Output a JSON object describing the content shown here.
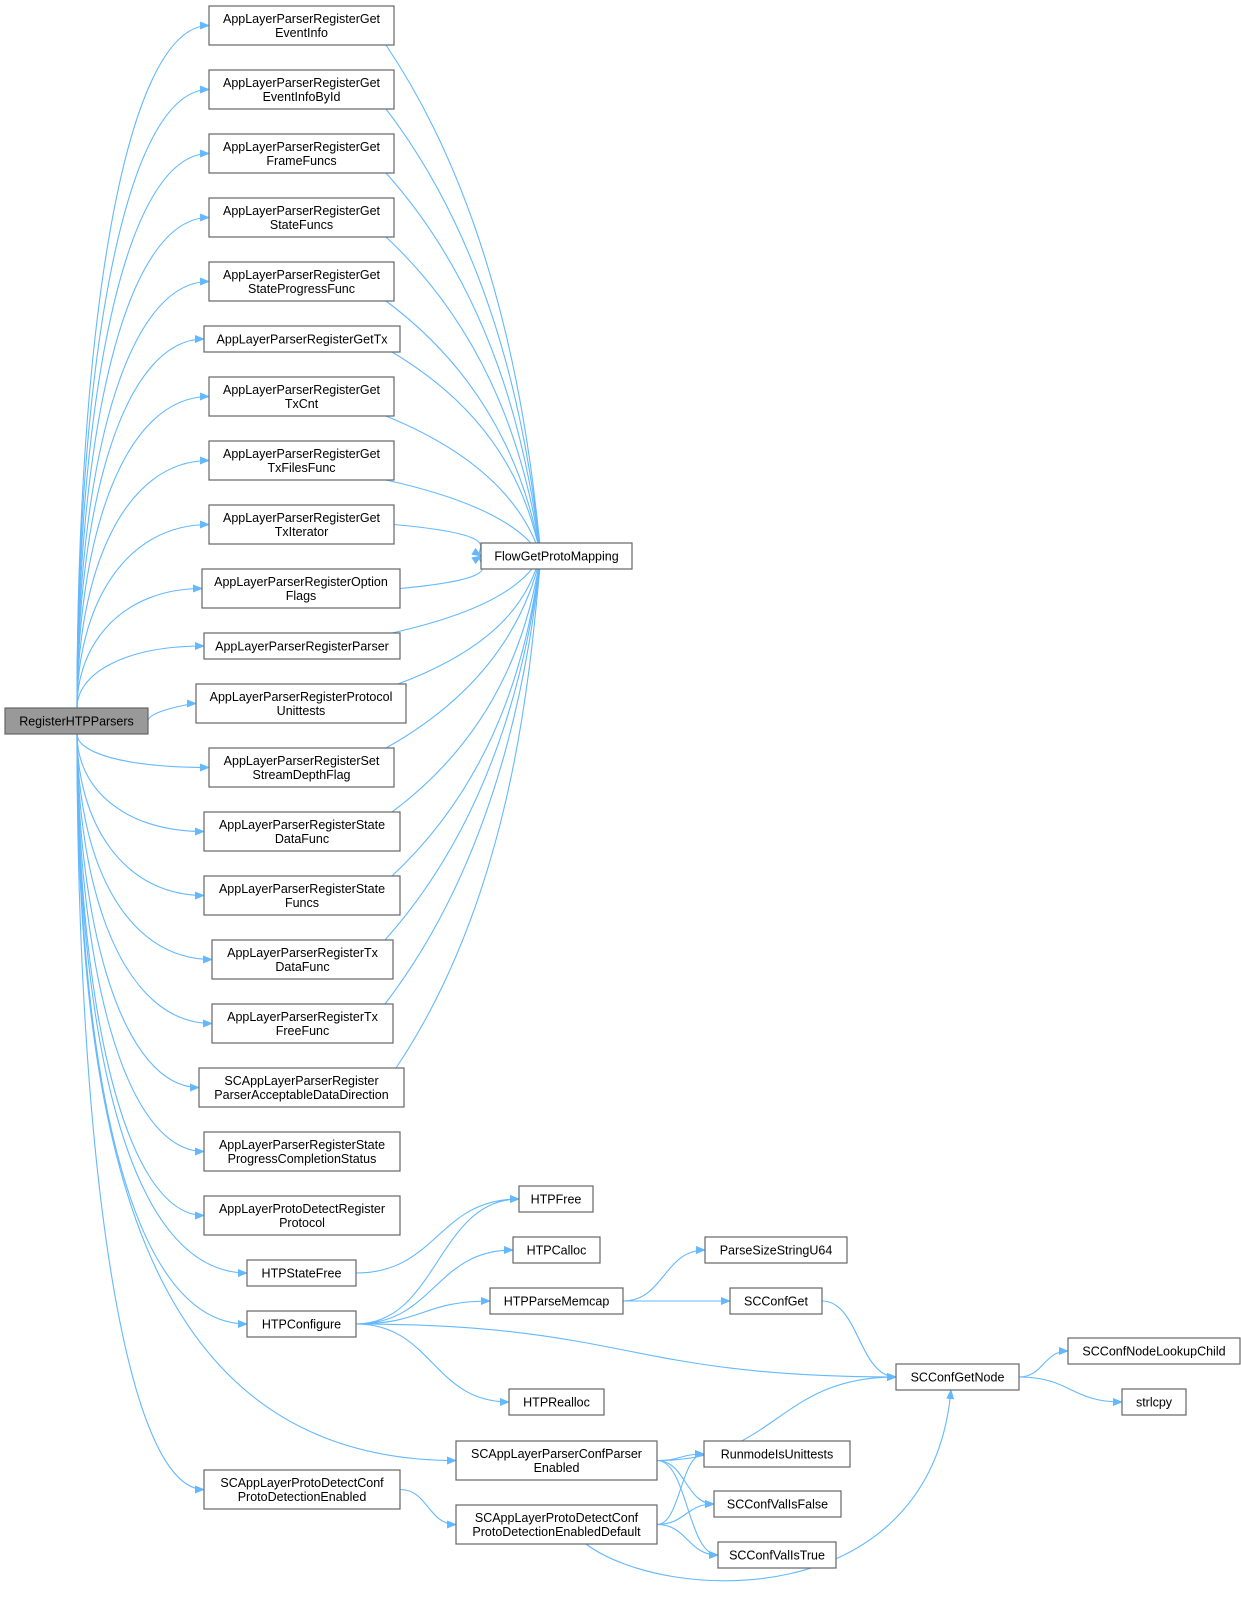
{
  "nodes": [
    {
      "id": "RegisterHTPParsers",
      "label": [
        "RegisterHTPParsers"
      ],
      "root": true
    },
    {
      "id": "GetEventInfo",
      "label": [
        "AppLayerParserRegisterGet",
        "EventInfo"
      ]
    },
    {
      "id": "GetEventInfoById",
      "label": [
        "AppLayerParserRegisterGet",
        "EventInfoById"
      ]
    },
    {
      "id": "GetFrameFuncs",
      "label": [
        "AppLayerParserRegisterGet",
        "FrameFuncs"
      ]
    },
    {
      "id": "GetStateFuncs",
      "label": [
        "AppLayerParserRegisterGet",
        "StateFuncs"
      ]
    },
    {
      "id": "GetStateProgressFunc",
      "label": [
        "AppLayerParserRegisterGet",
        "StateProgressFunc"
      ]
    },
    {
      "id": "GetTx",
      "label": [
        "AppLayerParserRegisterGetTx"
      ]
    },
    {
      "id": "GetTxCnt",
      "label": [
        "AppLayerParserRegisterGet",
        "TxCnt"
      ]
    },
    {
      "id": "GetTxFilesFunc",
      "label": [
        "AppLayerParserRegisterGet",
        "TxFilesFunc"
      ]
    },
    {
      "id": "GetTxIterator",
      "label": [
        "AppLayerParserRegisterGet",
        "TxIterator"
      ]
    },
    {
      "id": "OptionFlags",
      "label": [
        "AppLayerParserRegisterOption",
        "Flags"
      ]
    },
    {
      "id": "Parser",
      "label": [
        "AppLayerParserRegisterParser"
      ]
    },
    {
      "id": "ProtocolUnittests",
      "label": [
        "AppLayerParserRegisterProtocol",
        "Unittests"
      ]
    },
    {
      "id": "SetStreamDepthFlag",
      "label": [
        "AppLayerParserRegisterSet",
        "StreamDepthFlag"
      ]
    },
    {
      "id": "StateDataFunc",
      "label": [
        "AppLayerParserRegisterState",
        "DataFunc"
      ]
    },
    {
      "id": "StateFuncs",
      "label": [
        "AppLayerParserRegisterState",
        "Funcs"
      ]
    },
    {
      "id": "TxDataFunc",
      "label": [
        "AppLayerParserRegisterTx",
        "DataFunc"
      ]
    },
    {
      "id": "TxFreeFunc",
      "label": [
        "AppLayerParserRegisterTx",
        "FreeFunc"
      ]
    },
    {
      "id": "SCAcceptableDir",
      "label": [
        "SCAppLayerParserRegister",
        "ParserAcceptableDataDirection"
      ]
    },
    {
      "id": "StateProgressCompletion",
      "label": [
        "AppLayerParserRegisterState",
        "ProgressCompletionStatus"
      ]
    },
    {
      "id": "ProtoDetectRegister",
      "label": [
        "AppLayerProtoDetectRegister",
        "Protocol"
      ]
    },
    {
      "id": "HTPStateFree",
      "label": [
        "HTPStateFree"
      ]
    },
    {
      "id": "HTPConfigure",
      "label": [
        "HTPConfigure"
      ]
    },
    {
      "id": "SCProtoDetectConf",
      "label": [
        "SCAppLayerProtoDetectConf",
        "ProtoDetectionEnabled"
      ]
    },
    {
      "id": "FlowGetProtoMapping",
      "label": [
        "FlowGetProtoMapping"
      ]
    },
    {
      "id": "HTPFree",
      "label": [
        "HTPFree"
      ]
    },
    {
      "id": "HTPCalloc",
      "label": [
        "HTPCalloc"
      ]
    },
    {
      "id": "HTPParseMemcap",
      "label": [
        "HTPParseMemcap"
      ]
    },
    {
      "id": "HTPRealloc",
      "label": [
        "HTPRealloc"
      ]
    },
    {
      "id": "SCParserConfEnabled",
      "label": [
        "SCAppLayerParserConfParser",
        "Enabled"
      ]
    },
    {
      "id": "SCProtoDetectDefault",
      "label": [
        "SCAppLayerProtoDetectConf",
        "ProtoDetectionEnabledDefault"
      ]
    },
    {
      "id": "ParseSizeStringU64",
      "label": [
        "ParseSizeStringU64"
      ]
    },
    {
      "id": "SCConfGet",
      "label": [
        "SCConfGet"
      ]
    },
    {
      "id": "SCConfGetNode",
      "label": [
        "SCConfGetNode"
      ]
    },
    {
      "id": "RunmodeIsUnittests",
      "label": [
        "RunmodeIsUnittests"
      ]
    },
    {
      "id": "SCConfValIsFalse",
      "label": [
        "SCConfValIsFalse"
      ]
    },
    {
      "id": "SCConfValIsTrue",
      "label": [
        "SCConfValIsTrue"
      ]
    },
    {
      "id": "SCConfNodeLookupChild",
      "label": [
        "SCConfNodeLookupChild"
      ]
    },
    {
      "id": "strlcpy",
      "label": [
        "strlcpy"
      ]
    }
  ],
  "edges": [
    [
      "RegisterHTPParsers",
      "GetEventInfo"
    ],
    [
      "RegisterHTPParsers",
      "GetEventInfoById"
    ],
    [
      "RegisterHTPParsers",
      "GetFrameFuncs"
    ],
    [
      "RegisterHTPParsers",
      "GetStateFuncs"
    ],
    [
      "RegisterHTPParsers",
      "GetStateProgressFunc"
    ],
    [
      "RegisterHTPParsers",
      "GetTx"
    ],
    [
      "RegisterHTPParsers",
      "GetTxCnt"
    ],
    [
      "RegisterHTPParsers",
      "GetTxFilesFunc"
    ],
    [
      "RegisterHTPParsers",
      "GetTxIterator"
    ],
    [
      "RegisterHTPParsers",
      "OptionFlags"
    ],
    [
      "RegisterHTPParsers",
      "Parser"
    ],
    [
      "RegisterHTPParsers",
      "ProtocolUnittests"
    ],
    [
      "RegisterHTPParsers",
      "SetStreamDepthFlag"
    ],
    [
      "RegisterHTPParsers",
      "StateDataFunc"
    ],
    [
      "RegisterHTPParsers",
      "StateFuncs"
    ],
    [
      "RegisterHTPParsers",
      "TxDataFunc"
    ],
    [
      "RegisterHTPParsers",
      "TxFreeFunc"
    ],
    [
      "RegisterHTPParsers",
      "SCAcceptableDir"
    ],
    [
      "RegisterHTPParsers",
      "StateProgressCompletion"
    ],
    [
      "RegisterHTPParsers",
      "ProtoDetectRegister"
    ],
    [
      "RegisterHTPParsers",
      "HTPStateFree"
    ],
    [
      "RegisterHTPParsers",
      "HTPConfigure"
    ],
    [
      "RegisterHTPParsers",
      "SCProtoDetectConf"
    ],
    [
      "RegisterHTPParsers",
      "SCParserConfEnabled"
    ],
    [
      "GetEventInfo",
      "FlowGetProtoMapping"
    ],
    [
      "GetEventInfoById",
      "FlowGetProtoMapping"
    ],
    [
      "GetFrameFuncs",
      "FlowGetProtoMapping"
    ],
    [
      "GetStateFuncs",
      "FlowGetProtoMapping"
    ],
    [
      "GetStateProgressFunc",
      "FlowGetProtoMapping"
    ],
    [
      "GetTx",
      "FlowGetProtoMapping"
    ],
    [
      "GetTxCnt",
      "FlowGetProtoMapping"
    ],
    [
      "GetTxFilesFunc",
      "FlowGetProtoMapping"
    ],
    [
      "GetTxIterator",
      "FlowGetProtoMapping"
    ],
    [
      "OptionFlags",
      "FlowGetProtoMapping"
    ],
    [
      "Parser",
      "FlowGetProtoMapping"
    ],
    [
      "ProtocolUnittests",
      "FlowGetProtoMapping"
    ],
    [
      "SetStreamDepthFlag",
      "FlowGetProtoMapping"
    ],
    [
      "StateDataFunc",
      "FlowGetProtoMapping"
    ],
    [
      "StateFuncs",
      "FlowGetProtoMapping"
    ],
    [
      "TxDataFunc",
      "FlowGetProtoMapping"
    ],
    [
      "TxFreeFunc",
      "FlowGetProtoMapping"
    ],
    [
      "SCAcceptableDir",
      "FlowGetProtoMapping"
    ],
    [
      "HTPStateFree",
      "HTPFree"
    ],
    [
      "HTPConfigure",
      "HTPFree"
    ],
    [
      "HTPConfigure",
      "HTPCalloc"
    ],
    [
      "HTPConfigure",
      "HTPParseMemcap"
    ],
    [
      "HTPConfigure",
      "HTPRealloc"
    ],
    [
      "HTPConfigure",
      "SCConfGetNode"
    ],
    [
      "HTPParseMemcap",
      "ParseSizeStringU64"
    ],
    [
      "HTPParseMemcap",
      "SCConfGet"
    ],
    [
      "SCConfGet",
      "SCConfGetNode"
    ],
    [
      "SCConfGetNode",
      "SCConfNodeLookupChild"
    ],
    [
      "SCConfGetNode",
      "strlcpy"
    ],
    [
      "SCParserConfEnabled",
      "SCConfGetNode"
    ],
    [
      "SCParserConfEnabled",
      "RunmodeIsUnittests"
    ],
    [
      "SCParserConfEnabled",
      "SCConfValIsFalse"
    ],
    [
      "SCParserConfEnabled",
      "SCConfValIsTrue"
    ],
    [
      "SCProtoDetectConf",
      "SCProtoDetectDefault"
    ],
    [
      "SCProtoDetectDefault",
      "RunmodeIsUnittests"
    ],
    [
      "SCProtoDetectDefault",
      "SCConfValIsFalse"
    ],
    [
      "SCProtoDetectDefault",
      "SCConfValIsTrue"
    ],
    [
      "SCProtoDetectDefault",
      "SCConfGetNode"
    ]
  ],
  "colors": {
    "edge": "#63b8ff",
    "node_border": "#666666",
    "root_fill": "#999999"
  }
}
